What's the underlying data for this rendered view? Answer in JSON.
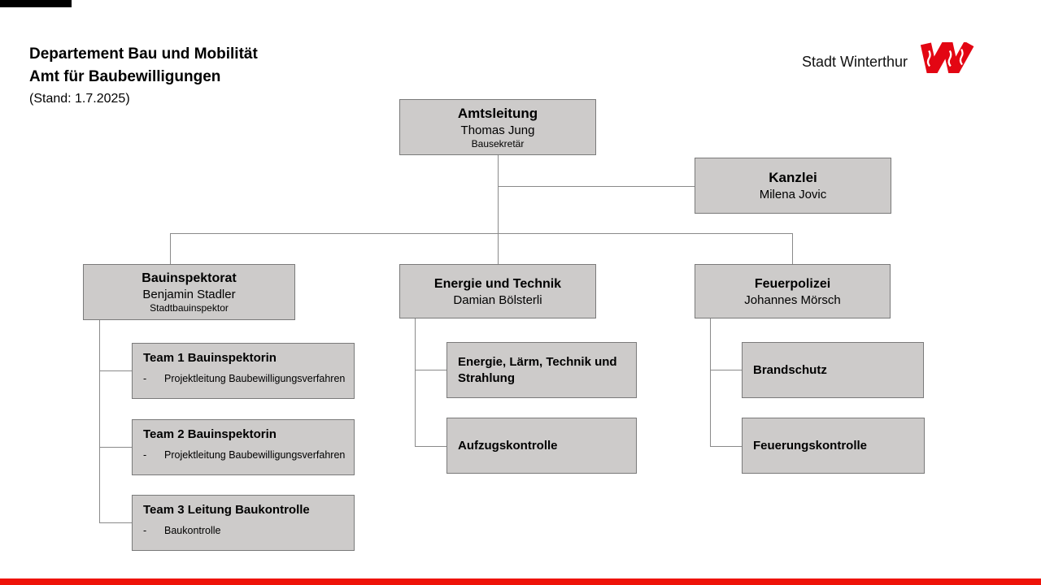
{
  "header": {
    "title_line1": "Departement Bau und Mobilität",
    "title_line2": "Amt für Baubewilligungen",
    "status": "(Stand: 1.7.2025)"
  },
  "logo": {
    "text": "Stadt Winterthur",
    "mark": "winterthur-w"
  },
  "chart": {
    "amtsleitung": {
      "title": "Amtsleitung",
      "name": "Thomas Jung",
      "role": "Bausekretär"
    },
    "kanzlei": {
      "title": "Kanzlei",
      "name": "Milena Jovic"
    },
    "bauinspektorat": {
      "title": "Bauinspektorat",
      "name": "Benjamin Stadler",
      "role": "Stadtbauinspektor"
    },
    "energie_technik": {
      "title": "Energie und Technik",
      "name": "Damian Bölsterli"
    },
    "feuerpolizei": {
      "title": "Feuerpolizei",
      "name": "Johannes Mörsch"
    },
    "team1": {
      "title": "Team 1 Bauinspektorin",
      "bullets": [
        "Projektleitung Baubewilligungsverfahren"
      ]
    },
    "team2": {
      "title": "Team 2 Bauinspektorin",
      "bullets": [
        "Projektleitung Baubewilligungsverfahren"
      ]
    },
    "team3": {
      "title": "Team 3 Leitung Baukontrolle",
      "bullets": [
        "Baukontrolle"
      ]
    },
    "energie_laerm": {
      "title": "Energie, Lärm, Technik und Strahlung"
    },
    "aufzugskontrolle": {
      "title": "Aufzugskontrolle"
    },
    "brandschutz": {
      "title": "Brandschutz"
    },
    "feuerungskontrolle": {
      "title": "Feuerungskontrolle"
    }
  },
  "bullet_marker": "-",
  "colors": {
    "box_fill": "#cdcbca",
    "box_border": "#7a7a7a",
    "line": "#8a8a8a",
    "red": "#e30613",
    "bottom_bar": "#ee1309",
    "text": "#000000"
  }
}
